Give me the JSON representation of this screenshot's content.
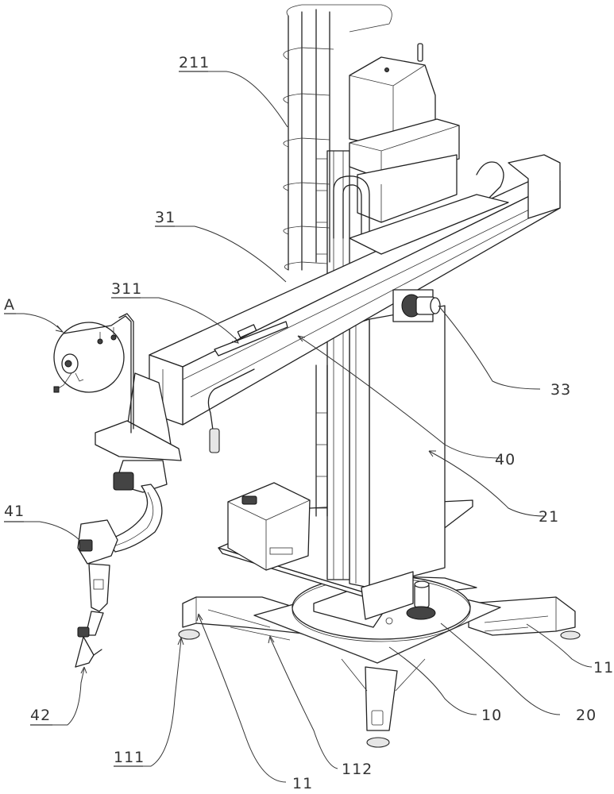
{
  "figure": {
    "description": "Isometric patent drawing of a welding manipulator: rotary base with four outrigger legs, vertical column with caged ladder, horizontal telescoping boom and articulated welding robot arm with torch; detail callout A",
    "labels": [
      {
        "id": "211",
        "text": "211",
        "part": "ladder cage"
      },
      {
        "id": "31",
        "text": "31",
        "part": "boom"
      },
      {
        "id": "311",
        "text": "311",
        "part": "boom slide rail"
      },
      {
        "id": "A",
        "text": "A",
        "part": "detail callout"
      },
      {
        "id": "33",
        "text": "33",
        "part": "boom drive motor"
      },
      {
        "id": "40",
        "text": "40",
        "part": "robot assembly"
      },
      {
        "id": "21",
        "text": "21",
        "part": "column"
      },
      {
        "id": "41",
        "text": "41",
        "part": "robot arm"
      },
      {
        "id": "42",
        "text": "42",
        "part": "welding torch"
      },
      {
        "id": "11a",
        "text": "11",
        "part": "leg (right)"
      },
      {
        "id": "10",
        "text": "10",
        "part": "base"
      },
      {
        "id": "20",
        "text": "20",
        "part": "rotation drive"
      },
      {
        "id": "111",
        "text": "111",
        "part": "leveling foot"
      },
      {
        "id": "11b",
        "text": "11",
        "part": "leg (front-left)"
      },
      {
        "id": "112",
        "text": "112",
        "part": "leg rib"
      }
    ]
  }
}
